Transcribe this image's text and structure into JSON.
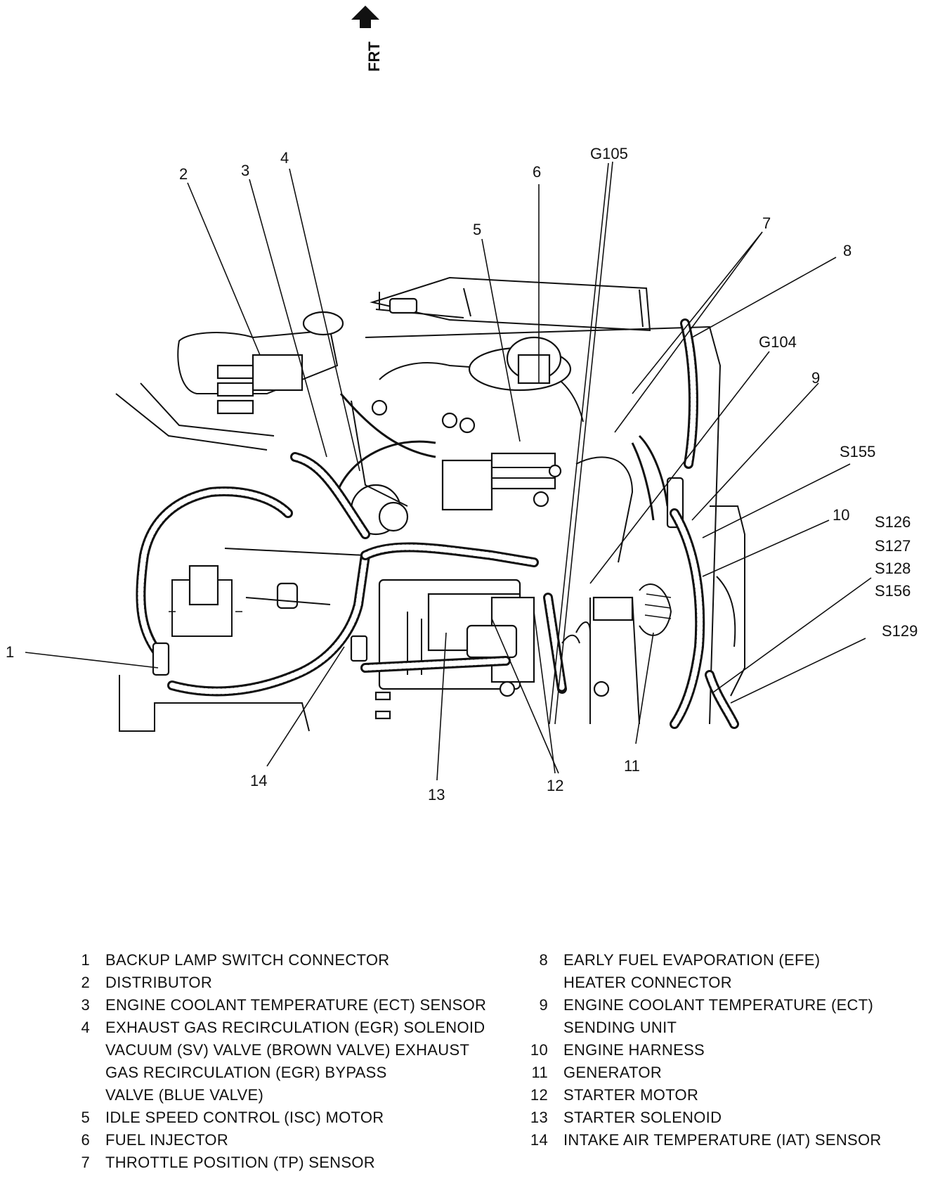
{
  "direction_label": "FRT",
  "callouts": {
    "c1": "1",
    "c2": "2",
    "c3": "3",
    "c4": "4",
    "c5": "5",
    "c6": "6",
    "c7": "7",
    "c8": "8",
    "c9": "9",
    "c10": "10",
    "c11": "11",
    "c12": "12",
    "c13": "13",
    "c14": "14",
    "g105": "G105",
    "g104": "G104",
    "s155": "S155",
    "s126": "S126",
    "s127": "S127",
    "s128": "S128",
    "s156": "S156",
    "s129": "S129"
  },
  "legend": {
    "left": [
      {
        "num": "1",
        "lines": [
          "BACKUP LAMP SWITCH CONNECTOR"
        ]
      },
      {
        "num": "2",
        "lines": [
          "DISTRIBUTOR"
        ]
      },
      {
        "num": "3",
        "lines": [
          "ENGINE COOLANT TEMPERATURE (ECT) SENSOR"
        ]
      },
      {
        "num": "4",
        "lines": [
          "EXHAUST GAS RECIRCULATION (EGR) SOLENOID",
          "VACUUM (SV) VALVE (BROWN VALVE) EXHAUST",
          "GAS RECIRCULATION (EGR) BYPASS",
          "VALVE (BLUE VALVE)"
        ]
      },
      {
        "num": "5",
        "lines": [
          "IDLE SPEED CONTROL (ISC) MOTOR"
        ]
      },
      {
        "num": "6",
        "lines": [
          "FUEL INJECTOR"
        ]
      },
      {
        "num": "7",
        "lines": [
          "THROTTLE POSITION (TP) SENSOR"
        ]
      }
    ],
    "right": [
      {
        "num": "8",
        "lines": [
          "EARLY FUEL EVAPORATION (EFE)",
          "HEATER CONNECTOR"
        ]
      },
      {
        "num": "9",
        "lines": [
          "ENGINE COOLANT TEMPERATURE (ECT)",
          "SENDING UNIT"
        ]
      },
      {
        "num": "10",
        "lines": [
          "ENGINE HARNESS"
        ]
      },
      {
        "num": "11",
        "lines": [
          "GENERATOR"
        ]
      },
      {
        "num": "12",
        "lines": [
          "STARTER MOTOR"
        ]
      },
      {
        "num": "13",
        "lines": [
          "STARTER SOLENOID"
        ]
      },
      {
        "num": "14",
        "lines": [
          "INTAKE AIR TEMPERATURE (IAT) SENSOR"
        ]
      }
    ]
  }
}
